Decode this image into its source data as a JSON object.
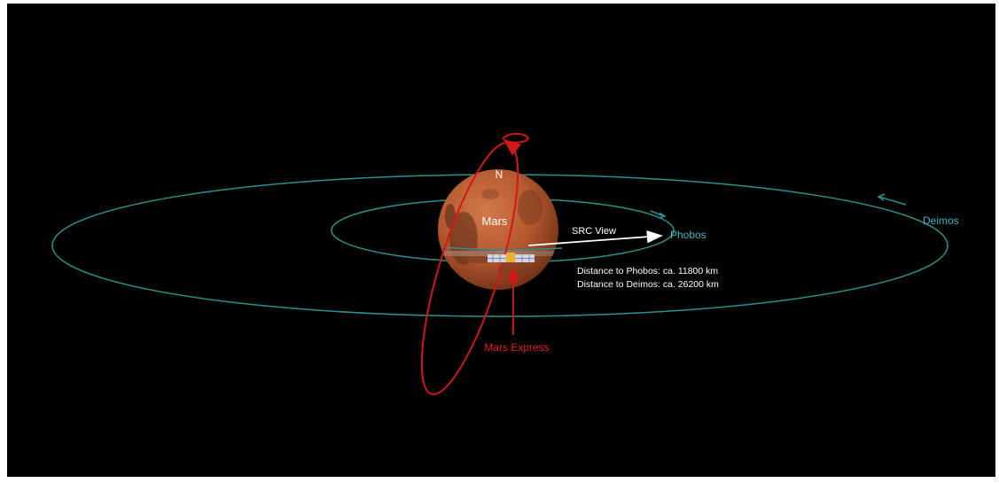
{
  "labels": {
    "north": "N",
    "mars": "Mars",
    "src_view": "SRC View",
    "phobos": "Phobos",
    "deimos": "Deimos",
    "distance_phobos": "Distance to Phobos: ca. 11800 km",
    "distance_deimos": "Distance to Deimos: ca. 26200 km",
    "mars_express": "Mars Express"
  },
  "colors": {
    "background": "#000000",
    "moon_orbit": "#2f8f8f",
    "moon_label": "#3fb6c0",
    "spacecraft_orbit": "#d01818",
    "spacecraft_label": "#e02020",
    "text": "#ffffff",
    "planet": "#b8623a"
  }
}
